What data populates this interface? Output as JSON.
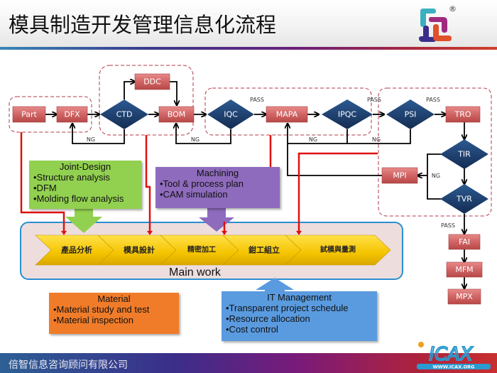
{
  "header": {
    "title": "模具制造开发管理信息化流程",
    "logo_icon": "four-corner-brand-logo-icon",
    "registered_mark": "®"
  },
  "footer": {
    "company": "倍智信息咨询顾问有限公司",
    "brand_logo": "ICAX",
    "brand_url": "WWW.ICAX.ORG"
  },
  "colors": {
    "process_node": "#d06464",
    "decision_node": "#1f3f6e",
    "group_outline": "#b03a4a",
    "red_link": "#e01010",
    "main_frame_border": "#2a8fd0",
    "chevron": "#f5c400",
    "joint_design": "#92d050",
    "machining": "#8e6bbd",
    "material": "#f07c2a",
    "it_management": "#5a9be0"
  },
  "flow": {
    "process_nodes": [
      "Part",
      "DFX",
      "DDC",
      "BOM",
      "MAPA",
      "TRO",
      "MPI",
      "FAI",
      "MFM",
      "MPX"
    ],
    "decision_nodes": [
      "CTD",
      "IQC",
      "IPQC",
      "PSI",
      "TIR",
      "TVR"
    ],
    "labels": {
      "pass": "PASS",
      "ng": "NG"
    }
  },
  "main_work": {
    "label": "Main work",
    "steps": [
      "產品分析",
      "模具設計",
      "精密加工",
      "鉗工組立",
      "試模與量測"
    ]
  },
  "callouts": {
    "joint_design": {
      "title": "Joint-Design",
      "items": [
        "•Structure analysis",
        "•DFM",
        "•Molding flow analysis"
      ]
    },
    "machining": {
      "title": "Machining",
      "items": [
        "•Tool & process plan",
        "•CAM simulation"
      ]
    },
    "material": {
      "title": "Material",
      "items": [
        "•Material study and test",
        "•Material inspection"
      ]
    },
    "it_management": {
      "title": "IT Management",
      "items": [
        "•Transparent project schedule",
        "•Resource allocation",
        "•Cost control"
      ]
    }
  }
}
